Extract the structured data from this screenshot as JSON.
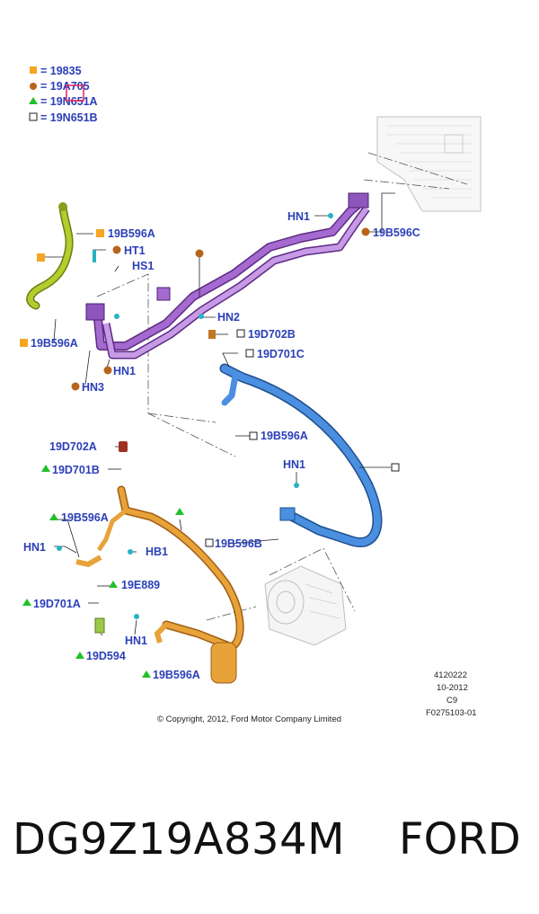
{
  "legend": [
    {
      "marker": "square",
      "color": "#f5a623",
      "text": "= 19835"
    },
    {
      "marker": "circle",
      "color": "#b8651b",
      "text": "= 19A705"
    },
    {
      "marker": "triangle",
      "color": "#22c02a",
      "text": "= 19N651A"
    },
    {
      "marker": "square-outline",
      "color": "#222222",
      "text": "= 19N651B"
    }
  ],
  "callouts": {
    "b596a_top": "19B596A",
    "ht1": "HT1",
    "hs1": "HS1",
    "hn1_top": "HN1",
    "b596c": "19B596C",
    "hn2": "HN2",
    "d702b": "19D702B",
    "d701c": "19D701C",
    "b596a_left": "19B596A",
    "hn1_mid": "HN1",
    "hn3": "HN3",
    "b596a_mid": "19B596A",
    "d702a": "19D702A",
    "d701b": "19D701B",
    "hn1_blue": "HN1",
    "b596a_orange": "19B596A",
    "hn1_left": "HN1",
    "hb1": "HB1",
    "b596b": "19B596B",
    "e889": "19E889",
    "d701a": "19D701A",
    "hn1_bottom": "HN1",
    "d594": "19D594",
    "b596a_bottom": "19B596A"
  },
  "meta": {
    "code": "4120222",
    "date": "10-2012",
    "rev": "C9",
    "ref": "F0275103-01"
  },
  "copyright": "© Copyright, 2012, Ford Motor Company Limited",
  "colors": {
    "label": "#2b3fb8",
    "purple_hose": "#a46ad0",
    "blue_hose": "#4a8fe0",
    "orange_hose": "#e8a23a",
    "green_hose": "#b5cc2e",
    "accent_red": "#e0245e"
  },
  "footer": {
    "part_number": "DG9Z19A834M",
    "brand": "FORD"
  }
}
